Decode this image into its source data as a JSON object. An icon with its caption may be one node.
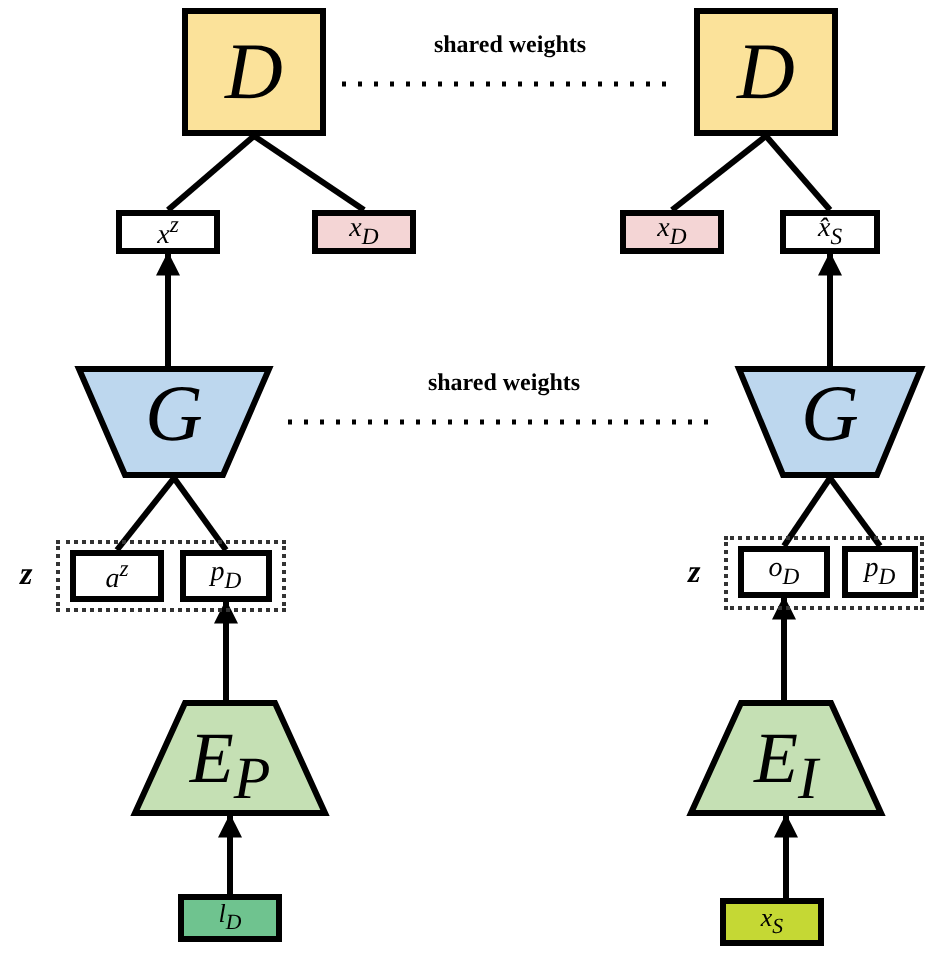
{
  "diagram": {
    "nodes": [
      {
        "text": [
          "D"
        ]
      },
      {
        "text": [
          "D"
        ]
      },
      {
        "text": [
          "x$^{z}$"
        ]
      },
      {
        "text": [
          "x$_{D}$"
        ]
      },
      {
        "text": [
          "x$_{D}$"
        ]
      },
      {
        "text": [
          "x̂$_{S}$"
        ]
      },
      {
        "text": [
          "G"
        ]
      },
      {
        "text": [
          "G"
        ]
      },
      {
        "text": [
          "z"
        ]
      },
      {
        "text": [
          "a$^{z}$"
        ],
        "in": 8
      },
      {
        "text": [
          "p$_{D}$"
        ],
        "in": 8
      },
      {
        "text": [
          "z"
        ]
      },
      {
        "text": [
          "o$_{D}$"
        ],
        "in": 11
      },
      {
        "text": [
          "p$_{D}$"
        ],
        "in": 11
      },
      {
        "text": [
          "E$_{P}$"
        ]
      },
      {
        "text": [
          "E$_{I}$"
        ]
      },
      {
        "text": [
          "l$_{D}$"
        ]
      },
      {
        "text": [
          "x$_{S}$"
        ]
      }
    ],
    "edges": [
      {
        "from": 0,
        "to": 1,
        "arrow": "none",
        "style": "dashed",
        "label": "shared weights"
      },
      {
        "from": 0,
        "to": 2,
        "arrow": "none"
      },
      {
        "from": 0,
        "to": 3,
        "arrow": "none"
      },
      {
        "from": 1,
        "to": 4,
        "arrow": "none"
      },
      {
        "from": 1,
        "to": 5,
        "arrow": "none"
      },
      {
        "from": 6,
        "to": 2,
        "arrow": "to"
      },
      {
        "from": 7,
        "to": 5,
        "arrow": "to"
      },
      {
        "from": 6,
        "to": 7,
        "arrow": "none",
        "style": "dashed",
        "label": "shared weights"
      },
      {
        "from": 6,
        "to": 9,
        "arrow": "none"
      },
      {
        "from": 6,
        "to": 10,
        "arrow": "none"
      },
      {
        "from": 7,
        "to": 12,
        "arrow": "none"
      },
      {
        "from": 7,
        "to": 13,
        "arrow": "none"
      },
      {
        "from": 14,
        "to": 10,
        "arrow": "to"
      },
      {
        "from": 15,
        "to": 12,
        "arrow": "to"
      },
      {
        "from": 16,
        "to": 14,
        "arrow": "to"
      },
      {
        "from": 17,
        "to": 15,
        "arrow": "to"
      }
    ]
  }
}
